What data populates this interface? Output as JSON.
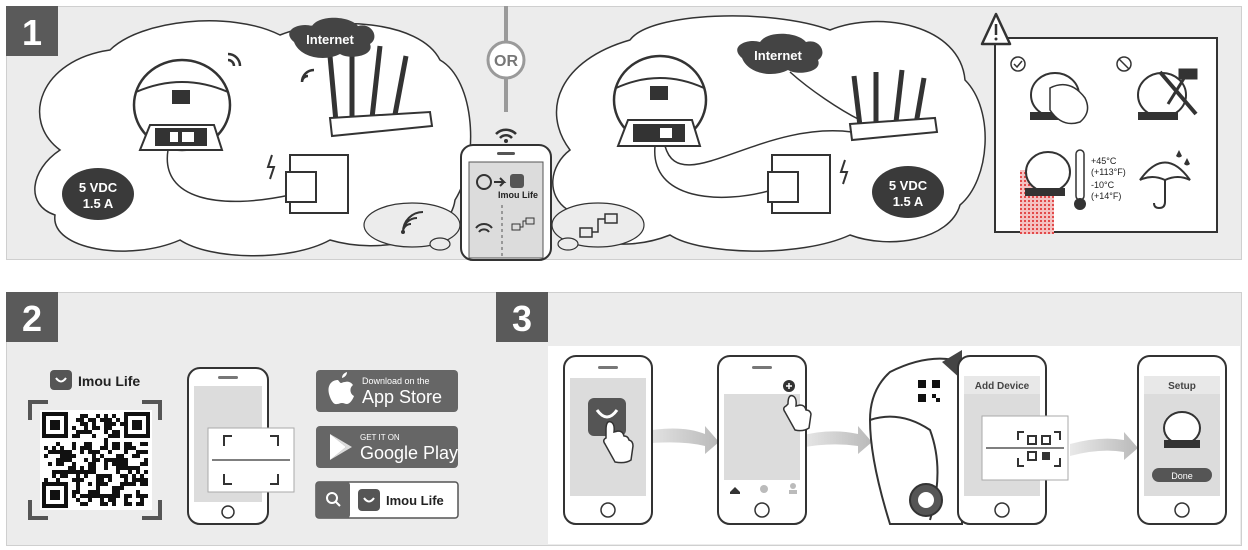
{
  "steps": {
    "s1": "1",
    "s2": "2",
    "s3": "3"
  },
  "step1": {
    "or_label": "OR",
    "internet_left": "Internet",
    "internet_right": "Internet",
    "power_left": [
      "5 VDC",
      "1.5 A"
    ],
    "power_right": [
      "5 VDC",
      "1.5 A"
    ],
    "phone_app_label": "Imou Life",
    "temp": {
      "high_c": "+45°C",
      "high_f": "(+113°F)",
      "low_c": "-10°C",
      "low_f": "(+14°F)"
    }
  },
  "step2": {
    "app_name": "Imou Life",
    "app_store": {
      "small": "Download on the",
      "big": "App Store"
    },
    "google_play": {
      "small": "GET IT ON",
      "big": "Google Play"
    },
    "search_label": "Imou Life"
  },
  "step3": {
    "add_device_title": "Add Device",
    "setup_title": "Setup",
    "done_label": "Done"
  }
}
